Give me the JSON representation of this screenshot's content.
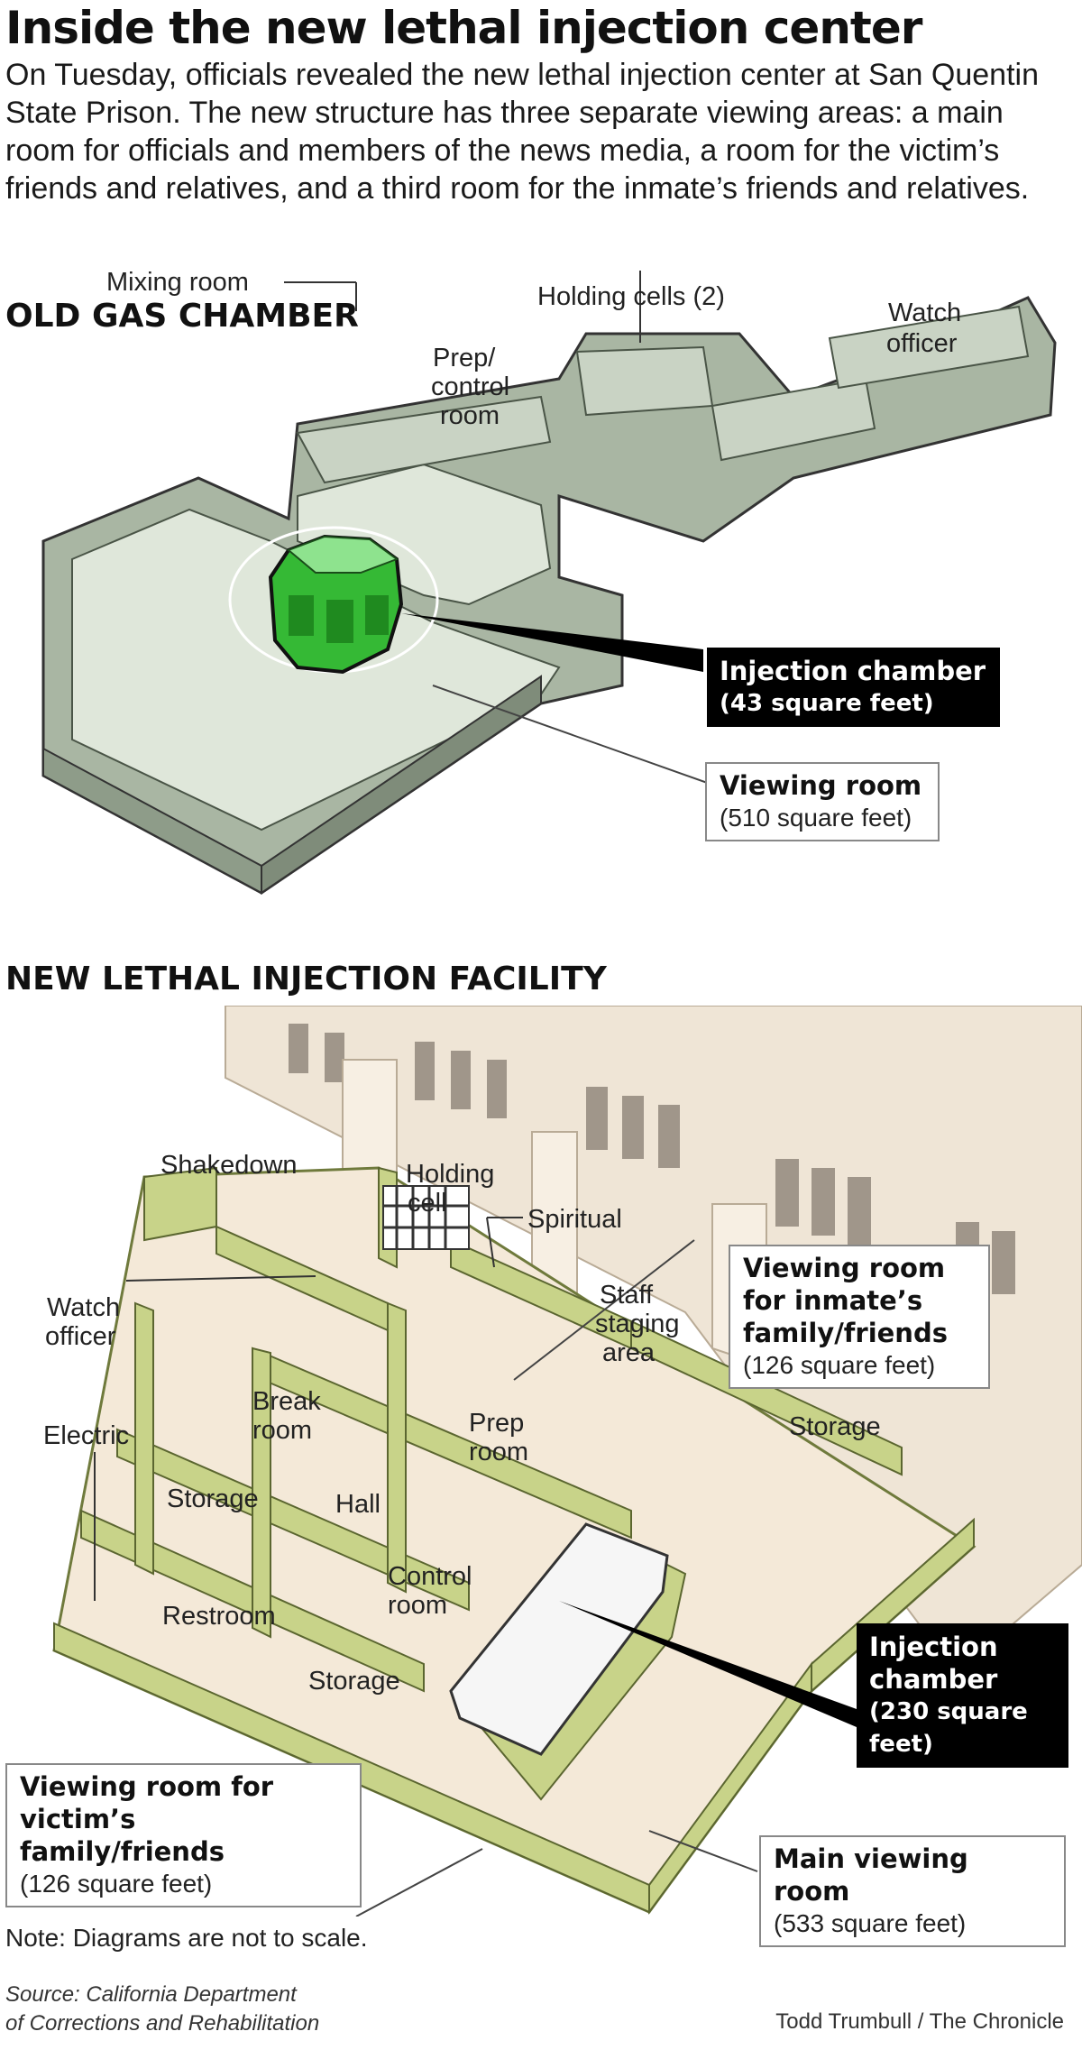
{
  "title": "Inside the new lethal injection center",
  "intro": "On Tuesday, officials revealed the new lethal injection center at San Quentin State Prison. The new structure has three separate viewing areas: a main room for officials and members of the news media, a room for the victim’s friends and relatives, and a third room for the inmate’s friends and relatives.",
  "old": {
    "heading": "OLD GAS CHAMBER",
    "holding_cells": "Holding cells (2)",
    "watch_officer_1": "Watch",
    "watch_officer_2": "officer",
    "mixing_room": "Mixing room",
    "prep_1": "Prep/",
    "prep_2": "control",
    "prep_3": "room",
    "injection_title": "Injection chamber",
    "injection_size": "(43 square feet)",
    "viewing_title": "Viewing room",
    "viewing_size": "(510 square feet)"
  },
  "new": {
    "heading": "NEW LETHAL INJECTION FACILITY",
    "shakedown": "Shakedown",
    "holding_1": "Holding",
    "holding_2": "cell",
    "spiritual": "Spiritual",
    "watch_1": "Watch",
    "watch_2": "officer",
    "staff_1": "Staff",
    "staff_2": "staging",
    "staff_3": "area",
    "electric": "Electric",
    "break_1": "Break",
    "break_2": "room",
    "prep_1": "Prep",
    "prep_2": "room",
    "storage": "Storage",
    "hall": "Hall",
    "control_1": "Control",
    "control_2": "room",
    "restroom": "Restroom",
    "inmate_view_1": "Viewing room",
    "inmate_view_2": "for inmate’s",
    "inmate_view_3": "family/friends",
    "inmate_view_size": "(126 square feet)",
    "injection_1": "Injection",
    "injection_2": "chamber",
    "injection_3": "(230 square",
    "injection_4": "feet)",
    "victim_view_1": "Viewing room for",
    "victim_view_2": "victim’s family/friends",
    "victim_view_size": "(126 square feet)",
    "main_view": "Main viewing room",
    "main_view_size": "(533 square feet)"
  },
  "note": "Note: Diagrams are not to scale.",
  "source_1": "Source: California Department",
  "source_2": "of Corrections and Rehabilitation",
  "credit": "Todd Trumbull / The Chronicle",
  "colors": {
    "old_wall": "#9fae9a",
    "old_floor": "#dde5d8",
    "chamber_green": "#3ec63e",
    "new_wall": "#c9d48a",
    "new_floor": "#f3e8d7",
    "building": "#eadfce"
  }
}
